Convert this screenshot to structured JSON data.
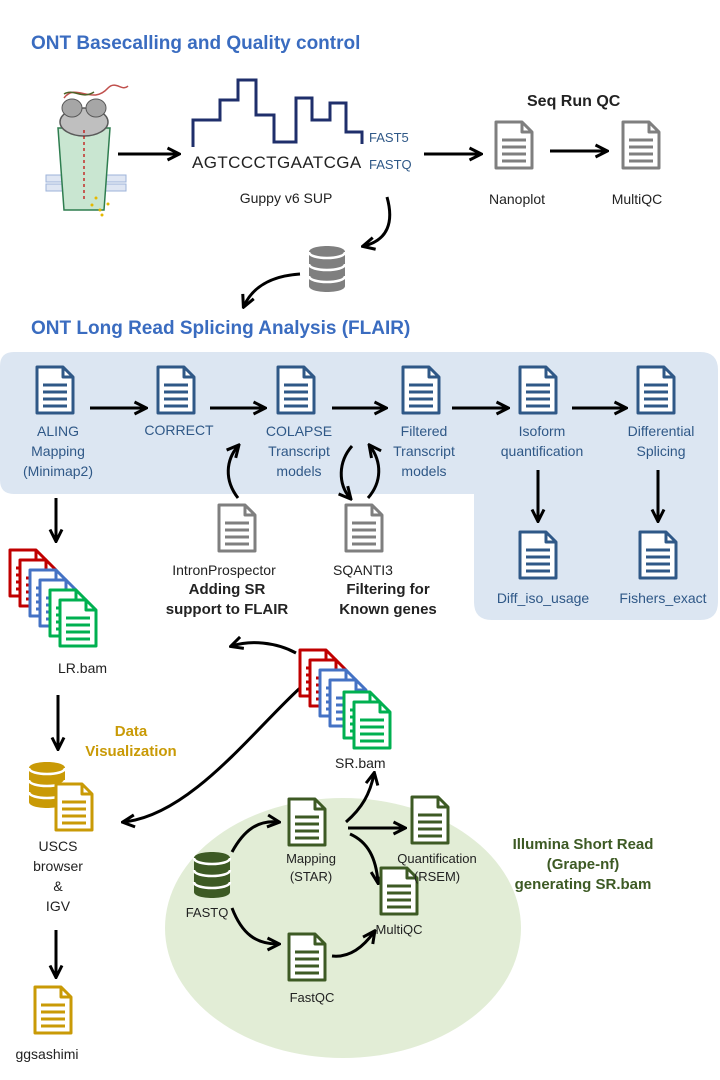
{
  "titles": {
    "basecalling": "ONT Basecalling and Quality control",
    "seq_run_qc": "Seq Run QC",
    "splicing": "ONT Long Read Splicing Analysis (FLAIR)"
  },
  "basecalling": {
    "sequence": "AGTCCCTGAATCGA",
    "fast5": "FAST5",
    "fastq": "FASTQ",
    "guppy": "Guppy v6 SUP",
    "nanoplot": "Nanoplot",
    "multiqc": "MultiQC"
  },
  "flair": {
    "aling": "ALING\nMapping\n(Minimap2)",
    "correct": "CORRECT",
    "colapse": "COLAPSE\nTranscript\nmodels",
    "filtered": "Filtered\nTranscript\nmodels",
    "isoform": "Isoform\nquantification",
    "differential": "Differential\nSplicing",
    "diff_iso": "Diff_iso_usage",
    "fishers": "Fishers_exact"
  },
  "support": {
    "intronprospector": "IntronProspector",
    "adding_sr": "Adding SR\nsupport to FLAIR",
    "sqanti": "SQANTI3",
    "filtering": "Filtering for\nKnown genes"
  },
  "files": {
    "lr_bam": "LR.bam",
    "sr_bam": "SR.bam"
  },
  "visualization": {
    "label": "Data\nVisualization",
    "browser": "USCS\nbrowser\n&\nIGV",
    "ggsashimi": "ggsashimi"
  },
  "illumina": {
    "fastq": "FASTQ",
    "mapping": "Mapping\n(STAR)",
    "quant": "Quantification\n(RSEM)",
    "fastqc": "FastQC",
    "multiqc": "MultiQC",
    "label": "Illumina Short Read\n(Grape-nf)\ngenerating SR.bam"
  },
  "colors": {
    "title_blue": "#3a6cc0",
    "doc_blue": "#2f5887",
    "panel_blue": "#dce6f2",
    "doc_gray": "#7f7f7f",
    "gold": "#c99a06",
    "green": "#3d5a24",
    "ellipse_green": "#e2edd6",
    "red": "#c00000",
    "mid_blue": "#4472c4",
    "bright_green": "#00b050"
  }
}
